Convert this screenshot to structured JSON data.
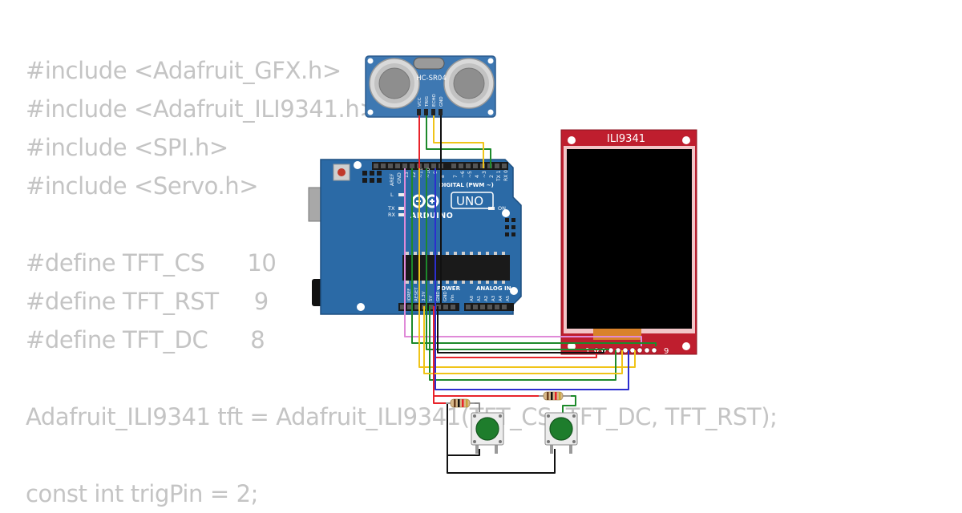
{
  "code_lines": [
    "#include <Adafruit_GFX.h>",
    "#include <Adafruit_ILI9341.h>",
    "#include <SPI.h>",
    "#include <Servo.h>",
    "",
    "#define TFT_CS      10",
    "#define TFT_RST     9",
    "#define TFT_DC      8",
    "",
    "Adafruit_ILI9341 tft = Adafruit_ILI9341(TFT_CS, TFT_DC, TFT_RST);",
    "",
    "const int trigPin = 2;"
  ],
  "sensor": {
    "model": "HC-SR04",
    "pins": [
      "VCC",
      "TRIG",
      "ECHO",
      "GND"
    ]
  },
  "arduino": {
    "brand": "ARDUINO",
    "model": "UNO",
    "header_aref": "AREF",
    "header_gnd": "GND",
    "digital_label": "DIGITAL (PWM ~)",
    "power_label": "POWER",
    "analog_label": "ANALOG IN",
    "led_l": "L",
    "led_tx": "TX",
    "led_rx": "RX",
    "led_on": "ON",
    "digital_pins": [
      "13",
      "12",
      "~11",
      "~10",
      "~9",
      "8",
      "7",
      "~6",
      "~5",
      "4",
      "~3",
      "2",
      "TX 1",
      "RX 0"
    ],
    "power_pins": [
      "IOREF",
      "RESET",
      "3.3V",
      "5V",
      "GND",
      "GND",
      "Vin"
    ],
    "analog_pins": [
      "A0",
      "A1",
      "A2",
      "A3",
      "A4",
      "A5"
    ]
  },
  "display": {
    "title": "ILI9341",
    "pin_first": "1",
    "pin_last": "9"
  },
  "colors": {
    "board_blue": "#2b6aa6",
    "sensor_blue": "#3e78b2",
    "display_red": "#bf1e2e",
    "wire_red": "#e8232a",
    "wire_green": "#1d8a2b",
    "wire_yellow": "#f0c419",
    "wire_blue": "#2c2ecf",
    "wire_pink": "#e08ad8",
    "wire_black": "#111111",
    "button_green": "#1e7d2c"
  }
}
